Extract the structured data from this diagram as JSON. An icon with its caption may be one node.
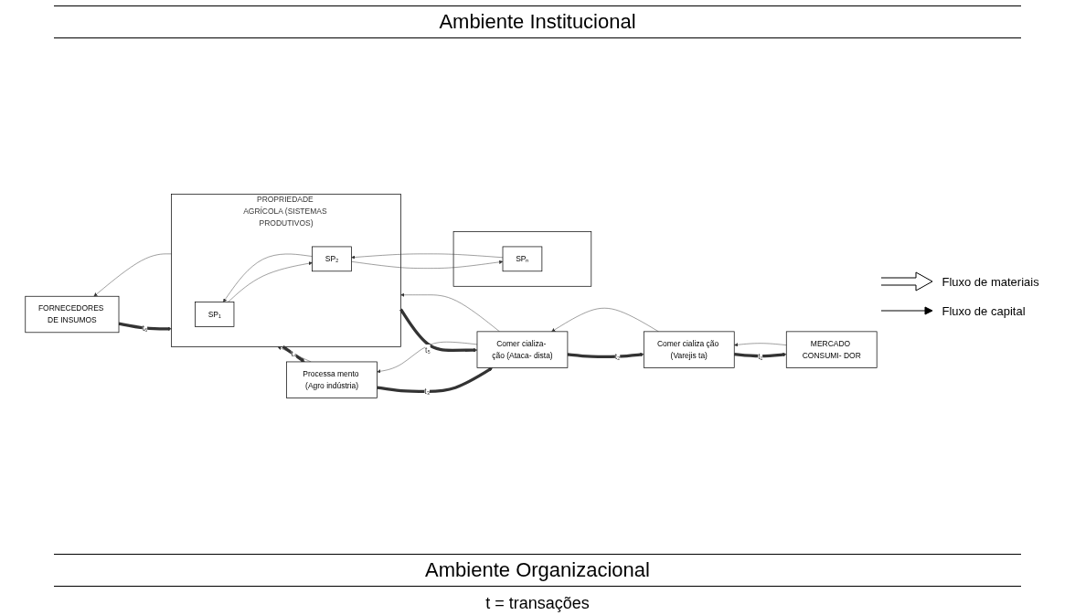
{
  "diagram": {
    "nodes": [
      {
        "text": [
          "FORNECEDORES DE INSUMOS"
        ]
      },
      {
        "text": [
          "PROPRIEDADE AGRÍCOLA (SISTEMAS PRODUTIVOS)"
        ]
      },
      {
        "text": [
          "SP₁"
        ],
        "in": 1
      },
      {
        "text": [
          "SP₂"
        ],
        "in": 1
      },
      {
        "text": [],
        "shape": "box"
      },
      {
        "text": [
          "SPₙ"
        ],
        "in": 4
      },
      {
        "text": [
          "Processa mento (Agro indústria)"
        ]
      },
      {
        "text": [
          "Comer cializa- ção (Ataca- dista)"
        ]
      },
      {
        "text": [
          "Comer cializa ção (Varejis ta)"
        ]
      },
      {
        "text": [
          "MERCADO CONSUMI- DOR"
        ]
      }
    ],
    "edges": [
      {
        "from": 0,
        "to": 1,
        "arrow": "to",
        "label": "t₆",
        "style": "thick"
      },
      {
        "from": 1,
        "to": 6,
        "arrow": "to",
        "label": "t₄",
        "style": "thick"
      },
      {
        "from": 6,
        "to": 7,
        "arrow": "to",
        "label": "t₃",
        "style": "thick"
      },
      {
        "from": 7,
        "to": 8,
        "arrow": "to",
        "label": "t₂",
        "style": "thick"
      },
      {
        "from": 8,
        "to": 9,
        "arrow": "to",
        "label": "t₁",
        "style": "thick"
      },
      {
        "from": 1,
        "to": 7,
        "arrow": "to",
        "label": "t₅",
        "style": "thick"
      },
      {
        "from": 2,
        "to": 3,
        "arrow": "to"
      },
      {
        "from": 3,
        "to": 2,
        "arrow": "to"
      },
      {
        "from": 3,
        "to": 5,
        "arrow": "to"
      },
      {
        "from": 5,
        "to": 3,
        "arrow": "to"
      },
      {
        "from": 1,
        "to": 0,
        "arrow": "to"
      },
      {
        "from": 6,
        "to": 1,
        "arrow": "to"
      },
      {
        "from": 7,
        "to": 6,
        "arrow": "to"
      },
      {
        "from": 8,
        "to": 7,
        "arrow": "to"
      },
      {
        "from": 9,
        "to": 8,
        "arrow": "to"
      },
      {
        "from": 7,
        "to": 1,
        "arrow": "to"
      }
    ],
    "labels": [
      "Ambiente Institucional",
      "Ambiente Organizacional",
      "t = transações"
    ],
    "legend": [
      {
        "text": "Fluxo de materiais"
      },
      {
        "text": "Fluxo de capital"
      }
    ]
  }
}
